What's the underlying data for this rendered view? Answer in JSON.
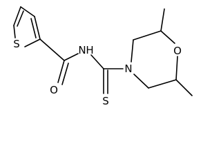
{
  "molecule": {
    "atoms": {
      "thiophene_s": "S",
      "amide_n": "N",
      "amide_h": "H",
      "carbonyl_o": "O",
      "thio_s": "S",
      "morpholine_n": "N",
      "morpholine_o": "O"
    }
  }
}
